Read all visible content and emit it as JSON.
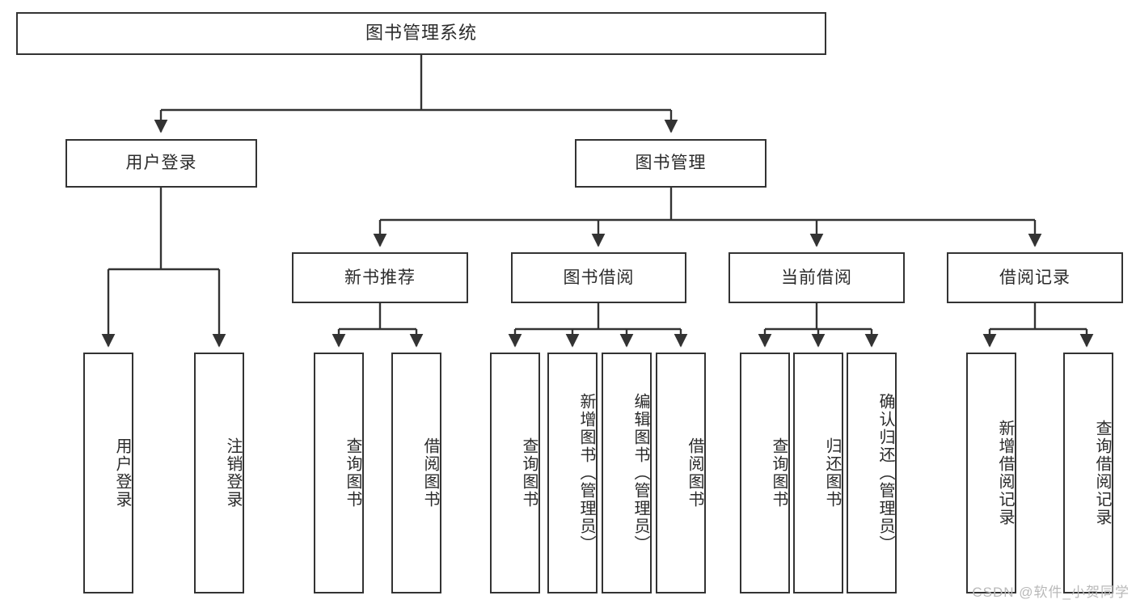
{
  "diagram": {
    "title": "图书管理系统",
    "type": "tree",
    "watermark": "CSDN @软件_小贺同学",
    "colors": {
      "stroke": "#333333",
      "fill": "#ffffff",
      "text": "#2b2b2b",
      "watermark": "#b9b9b9"
    },
    "levels": {
      "root": {
        "label": "图书管理系统"
      },
      "level1": [
        {
          "label": "用户登录"
        },
        {
          "label": "图书管理"
        }
      ],
      "level2": [
        {
          "label": "新书推荐"
        },
        {
          "label": "图书借阅"
        },
        {
          "label": "当前借阅"
        },
        {
          "label": "借阅记录"
        }
      ],
      "leaves": {
        "user_login": [
          {
            "label": "用户登录"
          },
          {
            "label": "注销登录"
          }
        ],
        "new_book_recommend": [
          {
            "label": "查询图书"
          },
          {
            "label": "借阅图书"
          }
        ],
        "book_borrow": [
          {
            "label": "查询图书"
          },
          {
            "label": "新增图书（管理员）"
          },
          {
            "label": "编辑图书（管理员）"
          },
          {
            "label": "借阅图书"
          }
        ],
        "current_borrow": [
          {
            "label": "查询图书"
          },
          {
            "label": "归还图书"
          },
          {
            "label": "确认归还（管理员）"
          }
        ],
        "borrow_record": [
          {
            "label": "新增借阅记录"
          },
          {
            "label": "查询借阅记录"
          }
        ]
      }
    }
  }
}
